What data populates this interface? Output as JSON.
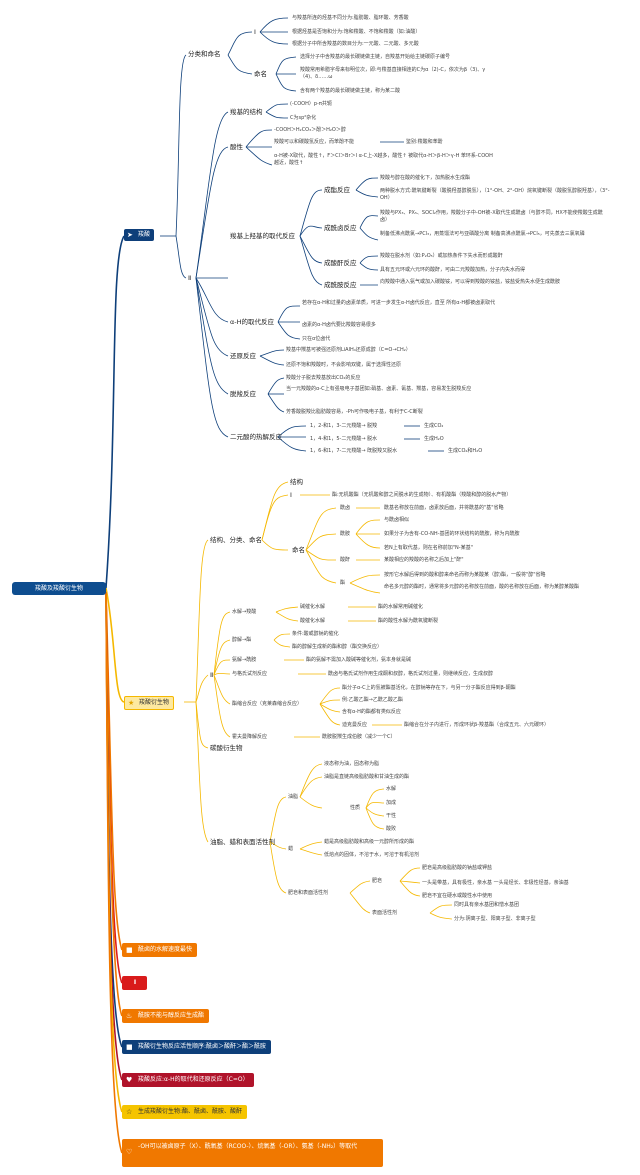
{
  "root": "羧酸及羧酸衍生物",
  "colors": {
    "navy": "#0e3f7a",
    "gold": "#f5b800",
    "orange": "#f07800",
    "red": "#d91b1b",
    "dark_red": "#b0132a"
  },
  "acid": {
    "label": "羧酸",
    "icon": "paper-plane-icon",
    "cls": "分类和命名",
    "cls_i": "Ⅰ",
    "cls_items": [
      "与羧基所连的烃基不同分为:脂肪酸、脂环酸、芳香酸",
      "根据烃基是否饱和分为:饱和羧酸、不饱和羧酸（如:油酸）",
      "根据分子中所含羧基的数目分为:一元酸、二元酸、多元酸"
    ],
    "naming": "命名",
    "naming_items": [
      "选择分子中含羧基的最长碳链做主链，自羧基开始给主链碳原子编号",
      "羧酸常用希腊字母来标明位次，即:与羧基直接相连的C为α（2)-C，依次为β（3)、γ（4)、δ……ω",
      "含有两个羧基的最长碳链做主链，称为某二酸"
    ],
    "ii": "Ⅱ",
    "structure": "羧基的结构",
    "structure_items": [
      "(-COOH）p-π共轭",
      "C为sp²杂化"
    ],
    "acidity": "酸性",
    "acidity_items": [
      "-COOH＞H₂CO₃＞酚＞H₂O＞醇",
      "羧酸可以和碳酸氢反应，而苯酚不能",
      "鉴别:羧酸和苯酚",
      "α-H被-X取代，酸性↑，F＞Cl＞Br＞I α-C上-X越多，酸性↑ 被取代α-H＞β-H＞γ-H 苯环系-COOH越近，酸性↑"
    ],
    "sub": "羧基上羟基的取代反应",
    "ester": "成酯反应",
    "ester_items": [
      "羧酸与醇在酸的催化下，加热脱水生成酯",
      "两种脱水方式:酰氧键断裂（酸脱羟基醇脱氢），（1°-OH、2°-OH）烷氧键断裂（酸脱氢醇脱羟基），（3°-OH）"
    ],
    "chloride": "成酰卤反应",
    "chloride_items": [
      "羧酸与PX₃、PX₅、SOCl₂作用，羧酸分子中-OH被-X取代生成酰卤（与醇不同，HX不能使羧酸生成酰卤）",
      "制备低沸点酰氯→PCl₃，用蒸馏法可与亚磷酸分离 制备高沸点酰氯→PCl₅，可先蒸去三氯氧磷"
    ],
    "anhydride": "成酸酐反应",
    "anhydride_items": [
      "羧酸在脱水剂（如:P₂O₅）或加热条件下失水而形成酸酐",
      "具有五元环或六元环的酸酐，可由二元羧酸加热，分子内失水而得"
    ],
    "amide": "成酰胺反应",
    "amide_items": [
      "向羧酸中通入氨气或加入碳酸铵，可以得到羧酸的铵盐，铵盐受热失水便生成酰胺"
    ],
    "alpha": "α-H的取代反应",
    "alpha_items": [
      "若存在α-H和过量的卤素单质，可进一步发生α-H卤代反应，直至 所有α-H都被卤素取代",
      "卤素的α-H卤代要比羧酸容易很多",
      "只在α位卤代"
    ],
    "reduction": "还原反应",
    "reduction_items": [
      "羧基中羰基可被强还原剂LiAlH₄还原成醇（C=O→CH₂）",
      "还原不饱和羧酸时，不会影响双键，属于选择性还原"
    ],
    "decarb": "脱羧反应",
    "decarb_items": [
      "羧酸分子脱去羧基放出CO₂的反应",
      "当一元羧酸的α-C上有强吸电子基团如:硝基、卤素、氰基、羰基，容易发生脱羧反应",
      "芳香酸脱羧比脂肪酸容易，-Ph可作吸电子基，有利于C-C断裂"
    ],
    "diacid": "二元酸的热解反应",
    "diacid_items": [
      "1，2-和1，3-二元羧酸→ 脱羧",
      "生成CO₂",
      "1，4-和1，5-二元羧酸→ 脱水",
      "生成H₂O",
      "1，6-和1，7-二元羧酸→ 既脱羧又脱水",
      "生成CO₂和H₂O"
    ]
  },
  "deriv": {
    "label": "羧酸衍生物",
    "icon": "star-icon",
    "struct": "结构、分类、命名",
    "struct_a": "结构",
    "struct_i": "Ⅰ",
    "struct_i_text": "酯:无机酸酯（无机酸和醇之间脱水的生成物）、有机酸酯（羧酸和醇的脱水产物）",
    "name": "命名",
    "acyl_halide": "酰卤",
    "acyl_halide_text": "酰基名称放在前面，卤素放后面，并将酰基的\"基\"省略",
    "amide": "酰胺",
    "amide_items": [
      "与酰卤相似",
      "如果分子为含有-CO-NH-基团的环状结构的酰胺，称为内酰胺",
      "若N上有取代基，则在名称前加\"N-某基\""
    ],
    "anhydride": "酸酐",
    "anhydride_text": "某酸相应的羧酸的名称之后加上\"酐\"",
    "ester": "酯",
    "ester_items": [
      "按形它水解后得到的酸和醇来命名而称为某酸某（醇)酯，一般将\"醇\"省略",
      "命名多元醇的酯时，通常将多元醇的名称放在前面，酸的名称放在后面，称为某醇某酸酯"
    ],
    "ii": "Ⅱ",
    "hydro": "水解→羧酸",
    "hydro_items": [
      "碱催化水解",
      "酯的水解常用碱催化",
      "酸催化水解",
      "酯的酸性水解为酰氧键断裂"
    ],
    "alco": "醇解→酯",
    "alco_items": [
      "条件:酸或醇钠的催化",
      "酯的醇解生成新的酯和醇（酯交换反应）"
    ],
    "ammo": "氨解→酰胺",
    "ammo_text": "酯的氨解不需加入酸碱等催化剂，氨本身就是碱",
    "grignard": "与格氏试剂反应",
    "grignard_text": "酰卤与格氏试剂作用生成酮和叔醇，格氏试剂过量，则继续反应，生成叔醇",
    "claisen": "酯缩合反应（克莱森缩合反应）",
    "claisen_items": [
      "酯分子α-C上的氢被酯基活化，在醇钠等存在下，与另一分子酯反应得到β-酮酯",
      "例:乙酸乙酯→乙酰乙酸乙酯",
      "含有α-H的酯都有类似反应",
      "迪克曼反应",
      "酯缩合在分子内进行，形成环状β-羧基酯（合成五元、六元碳环）"
    ],
    "hofmann": "霍夫曼降解反应",
    "hofmann_text": "酰胺脱羰生成伯胺（减少一个C）",
    "carbonic": "碳酸衍生物",
    "lipid": "油脂、蜡和表面活性剂",
    "fat": "油脂",
    "fat_items": [
      "液态称为油，固态称为脂",
      "油脂是直链高级脂肪酸和甘油生成的酯"
    ],
    "prop": "性质",
    "prop_items": [
      "水解",
      "加成",
      "干性",
      "酸败"
    ],
    "wax": "蜡",
    "wax_items": [
      "蜡是高级脂肪酸和高级一元醇所形成的酯",
      "低熔点的固体，不溶于水，可溶于有机溶剂"
    ],
    "soap": "肥皂和表面活性剂",
    "soap_a": "肥皂",
    "soap_items": [
      "肥皂是高级脂肪酸的钠盐或钾盐",
      "一头是带基，具有极性，亲水基 一头是烃长、非极性烃基，亲油基",
      "肥皂不宜在硬水或酸性水中使用"
    ],
    "surf": "表面活性剂",
    "surf_items": [
      "同时具有亲水基团和憎水基团",
      "分为:阴离子型、阳离子型、非离子型"
    ]
  },
  "side": [
    {
      "label": "酰卤的水解速度最快",
      "icon": "orange-square-icon"
    },
    {
      "label": "Ⅱ",
      "icon": "red-square-icon"
    },
    {
      "label": "酰胺不能与醇反应生成酯",
      "icon": "flame-icon"
    },
    {
      "label": "羧酸衍生物反应活性顺序:酰卤＞酸酐＞酯＞酰胺",
      "icon": "blue-square-icon"
    },
    {
      "label": "羧酸反应:α-H的取代和还原反应（C=O）",
      "icon": "heart-icon"
    },
    {
      "label": "生成羧酸衍生物:酯、酰卤、酰胺、酸酐",
      "icon": "star-outline-icon"
    },
    {
      "label": "-OH可以被卤原子（X）、酰氧基（RCOO-）、烷氧基（-OR）、氨基（-NH₂）等取代",
      "icon": "heart-outline-icon"
    }
  ]
}
